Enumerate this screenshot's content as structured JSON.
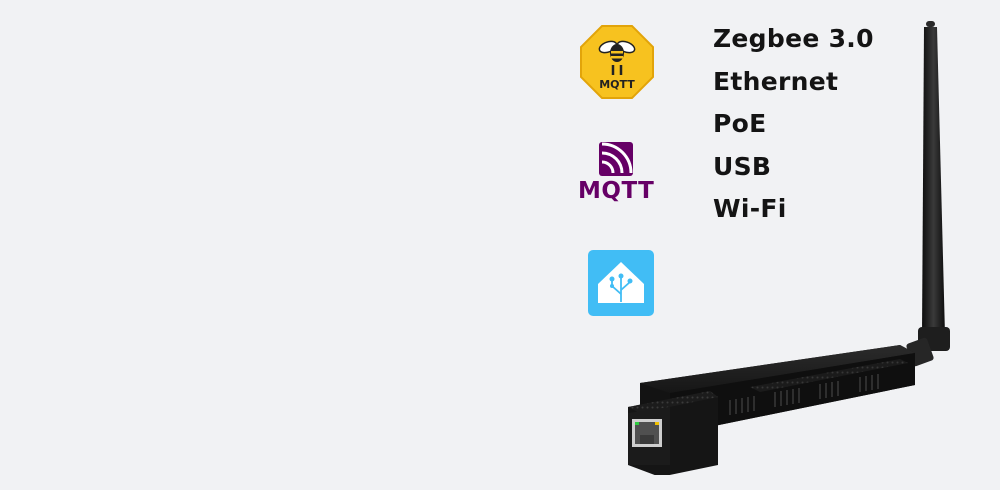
{
  "features": [
    "Zegbee 3.0",
    "Ethernet",
    "PoE",
    "USB",
    "Wi-Fi"
  ],
  "logos": {
    "z2m_text": "MQTT",
    "mqtt_text": "MQTT"
  },
  "colors": {
    "background": "#f1f2f4",
    "z2m_yellow": "#f7c21f",
    "mqtt_purple": "#660066",
    "home_assistant_blue": "#41bdf5",
    "device_black": "#1a1a1a"
  },
  "icons": [
    "zigbee2mqtt-bee-icon",
    "mqtt-icon",
    "home-assistant-icon",
    "ethernet-port-icon"
  ]
}
